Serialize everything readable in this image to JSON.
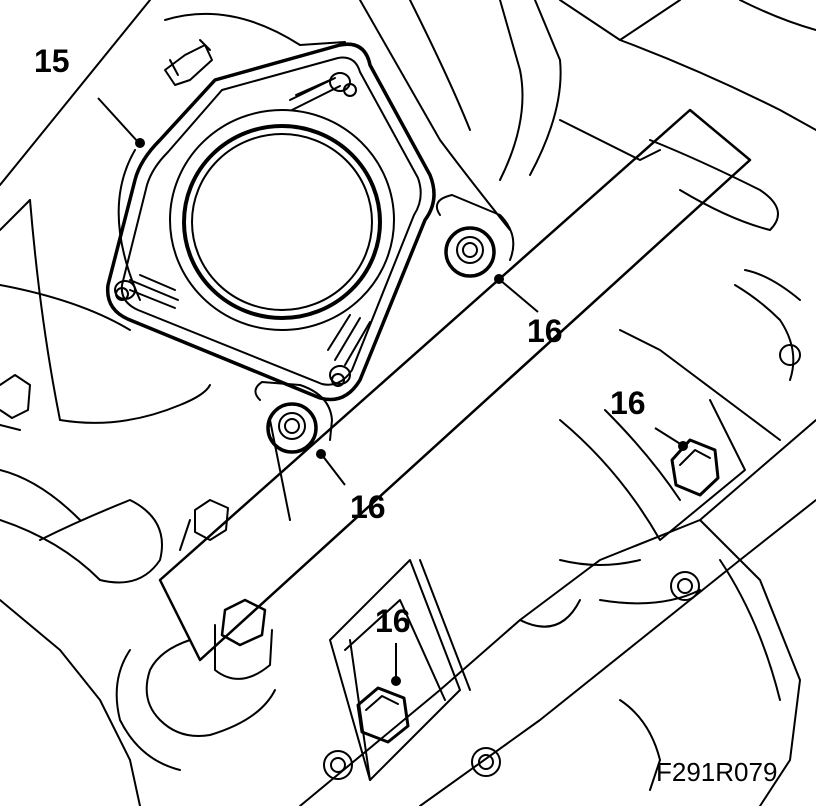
{
  "callouts": {
    "part_15": "15",
    "part_16_a": "16",
    "part_16_b": "16",
    "part_16_c": "16",
    "part_16_d": "16"
  },
  "figure_code": "F291R079",
  "colors": {
    "line": "#000000",
    "background": "#ffffff"
  }
}
